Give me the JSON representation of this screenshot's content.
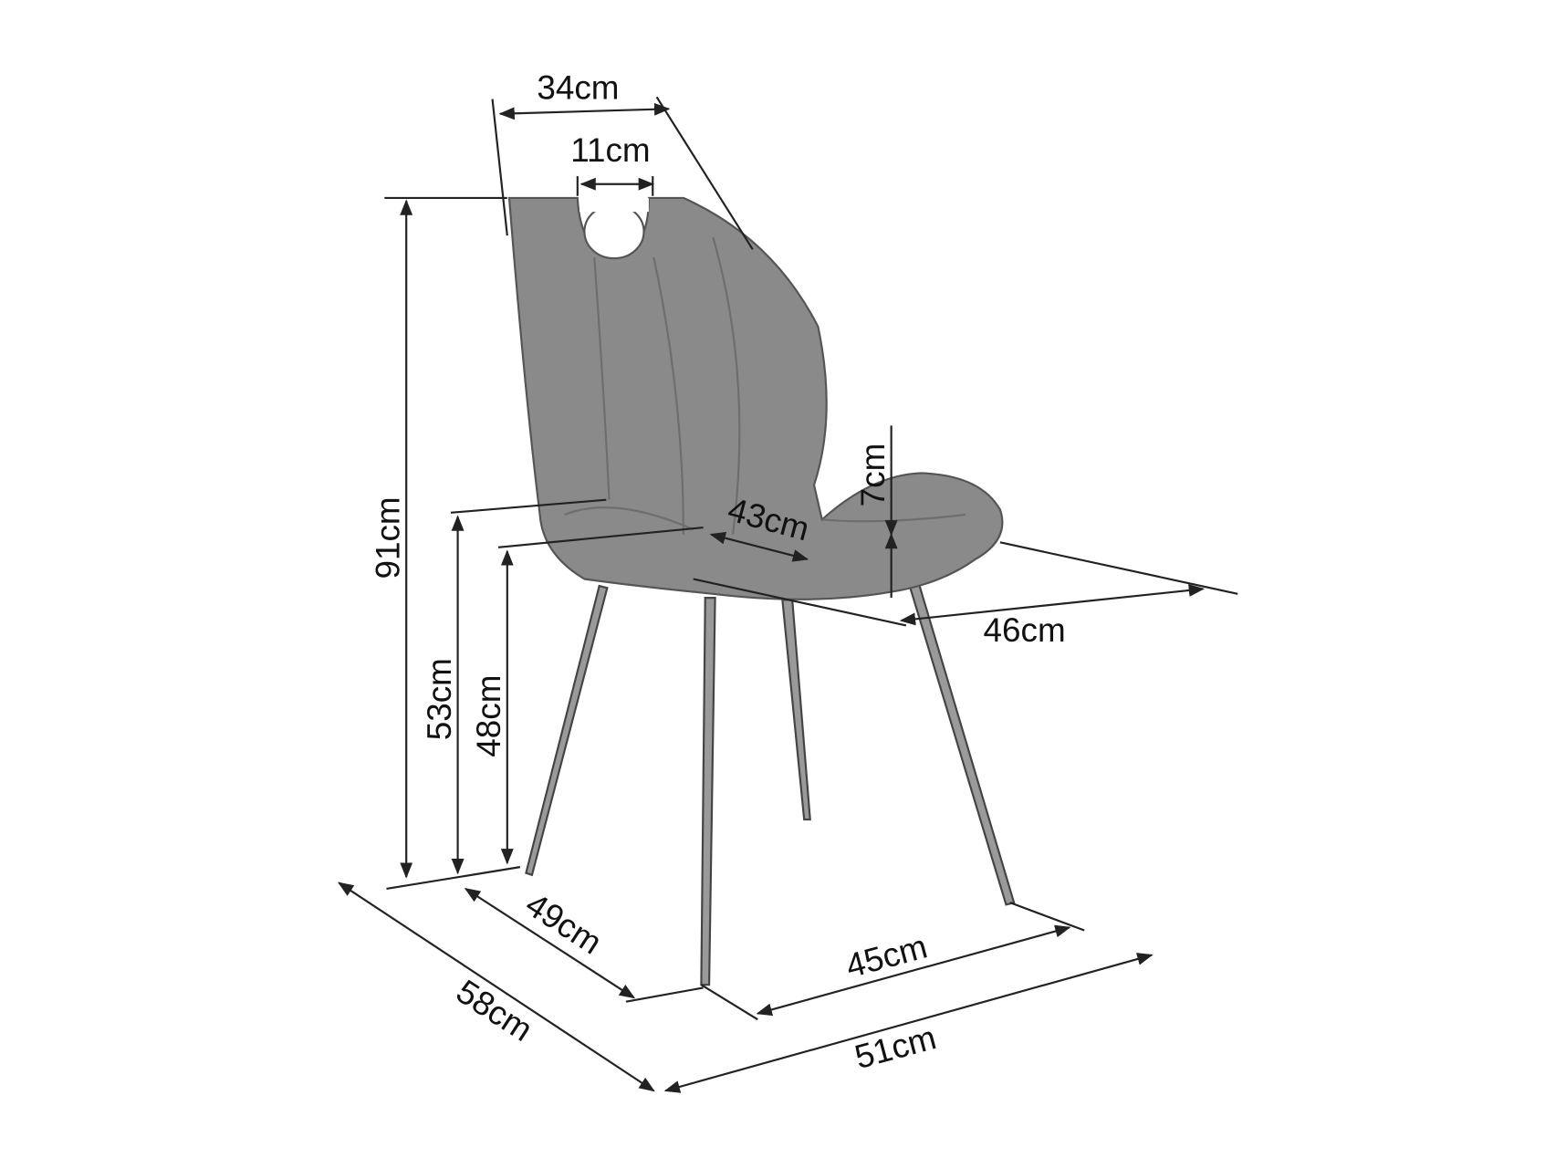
{
  "diagram": {
    "subject": "chair",
    "colors": {
      "upholstery": "#8a8a8a",
      "lines": "#222222",
      "background": "#ffffff"
    },
    "dimensions": {
      "backrest_top_width": "34cm",
      "handle_width": "11cm",
      "total_height": "91cm",
      "armrest_height": "53cm",
      "seat_height": "48cm",
      "seat_width": "43cm",
      "seat_thickness": "7cm",
      "seat_depth": "46cm",
      "leg_depth": "49cm",
      "leg_width": "45cm",
      "total_depth": "58cm",
      "total_width": "51cm"
    }
  }
}
